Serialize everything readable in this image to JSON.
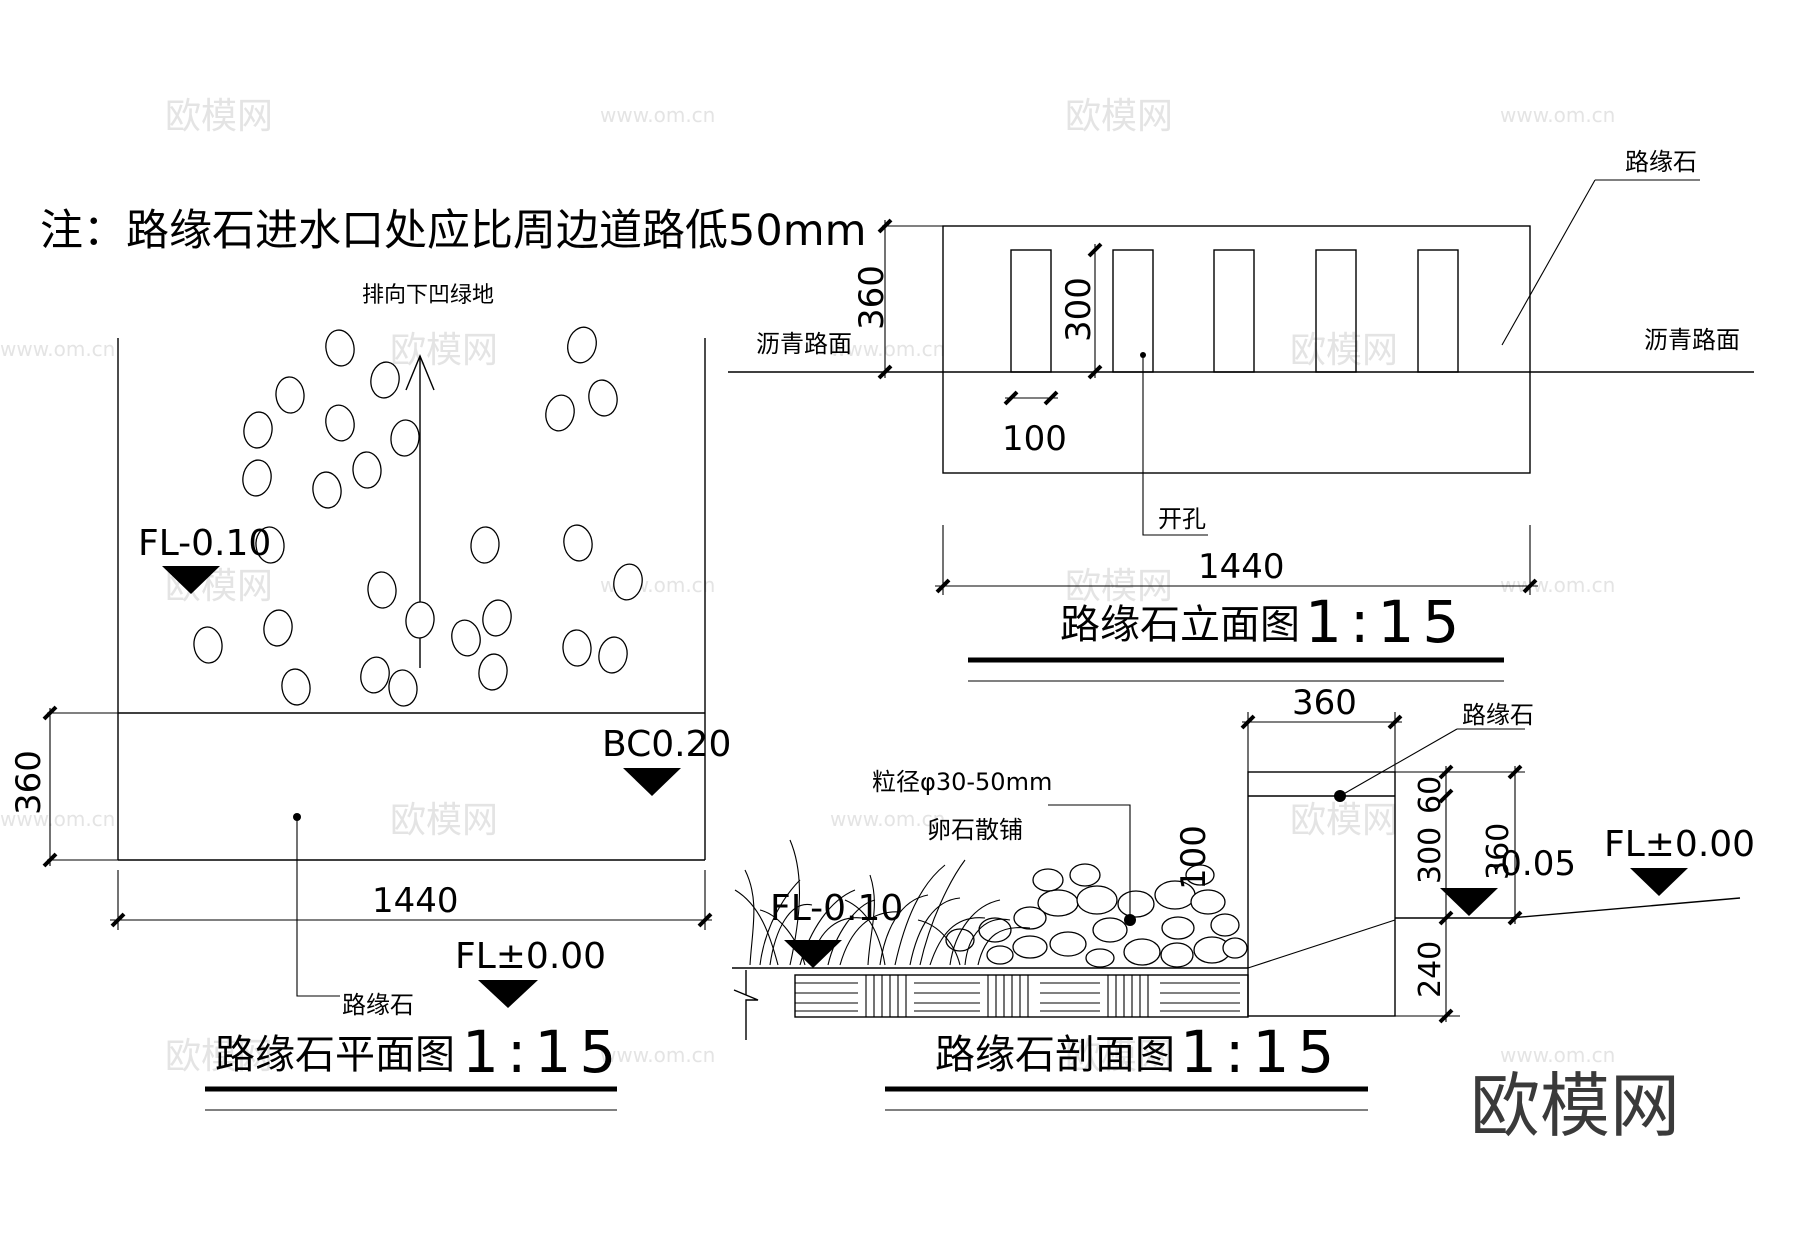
{
  "note": "注：路缘石进水口处应比周边道路低50mm",
  "plan": {
    "drain_label": "排向下凹绿地",
    "fl_garden": "FL-0.10",
    "bc": "BC0.20",
    "dim_height": "360",
    "dim_width": "1440",
    "fl_road": "FL±0.00",
    "curb_label": "路缘石",
    "title": "路缘石平面图",
    "scale": "1:15"
  },
  "elevation": {
    "curb_label": "路缘石",
    "asphalt_left": "沥青路面",
    "asphalt_right": "沥青路面",
    "dim_height": "360",
    "dim_opening_height": "300",
    "dim_opening_width": "100",
    "opening_label": "开孔",
    "dim_width": "1440",
    "title": "路缘石立面图",
    "scale": "1:15"
  },
  "section": {
    "dim_curb_width": "360",
    "curb_label": "路缘石",
    "pebble_size": "粒径φ30-50mm",
    "pebble_label": "卵石散铺",
    "dim_top": "60",
    "dim_mid": "300",
    "dim_total": "360",
    "dim_bottom": "240",
    "dim_pebble_thickness": "100",
    "fl_curb": "-0.05",
    "fl_road": "FL±0.00",
    "fl_garden": "FL-0.10",
    "title": "路缘石剖面图",
    "scale": "1:15"
  },
  "watermark": {
    "brand": "欧模网",
    "url": "www.om.cn"
  }
}
